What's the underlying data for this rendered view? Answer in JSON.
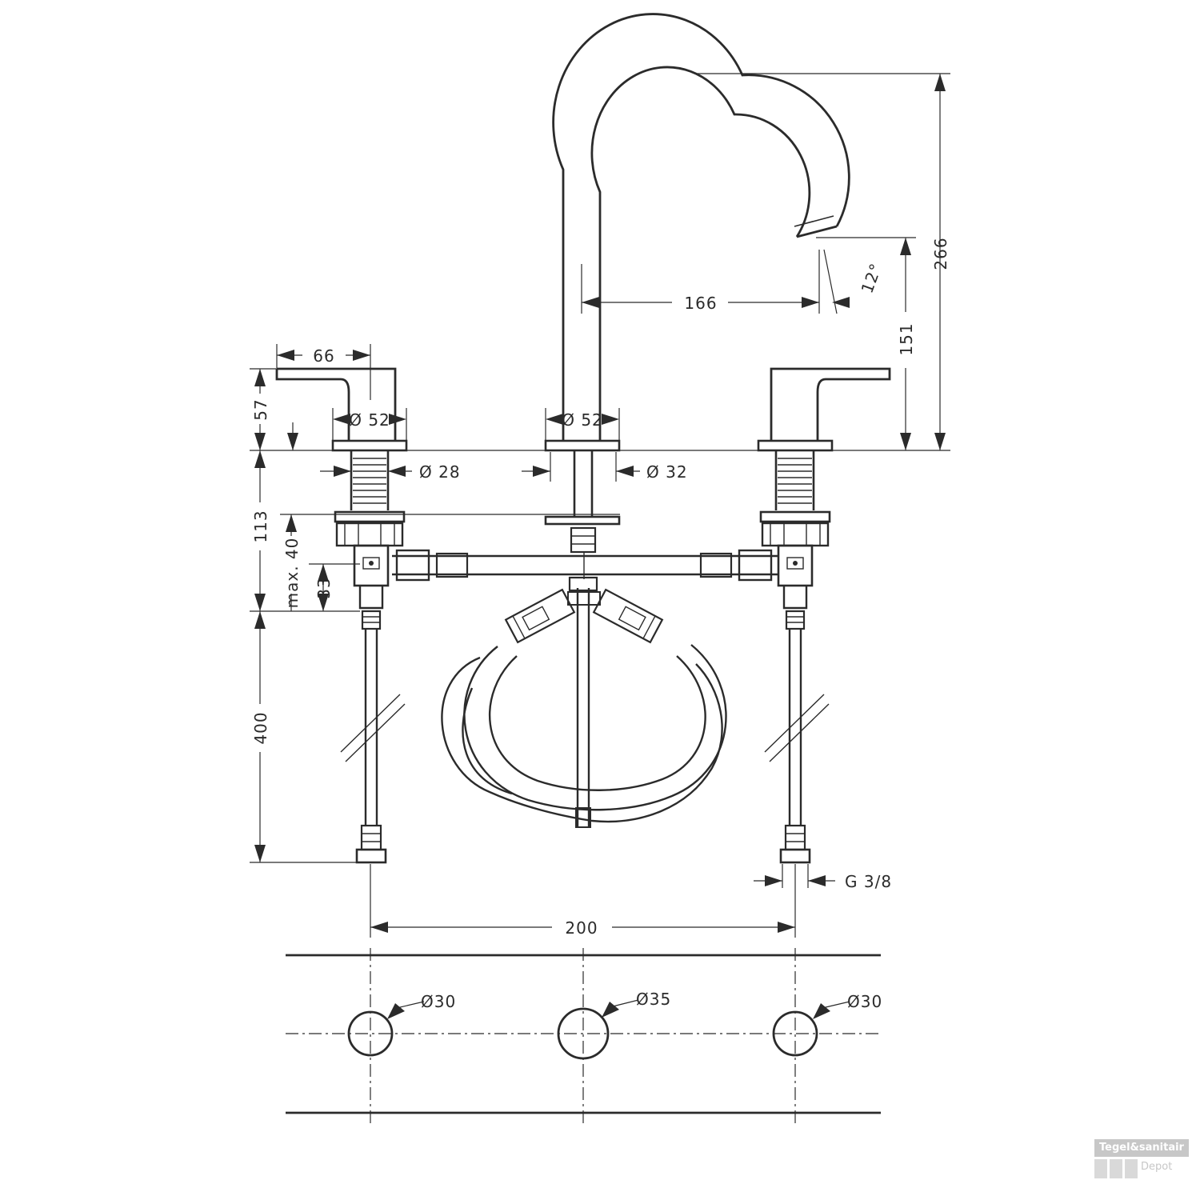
{
  "dimensions": {
    "spout_height": "266",
    "outlet_height": "151",
    "spout_reach": "166",
    "outlet_angle": "12°",
    "handle_length": "66",
    "handle_height": "57",
    "handle_base_diameter": "Ø 52",
    "spout_base_diameter": "Ø 52",
    "handle_shank_diameter": "Ø 28",
    "spout_shank_diameter": "Ø 32",
    "shank_length": "113",
    "max_thickness": "max. 40",
    "min_thickness": "33",
    "hose_length": "400",
    "connection_thread": "G 3/8",
    "center_spacing": "200",
    "hole_left": "Ø30",
    "hole_center": "Ø35",
    "hole_right": "Ø30"
  },
  "watermark": {
    "line1": "Tegel&sanitair",
    "line2": "Depot"
  }
}
